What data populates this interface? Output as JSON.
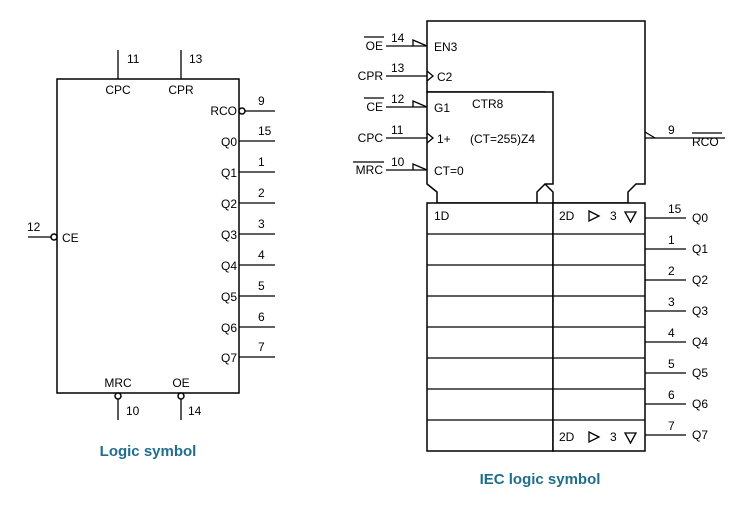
{
  "left": {
    "caption": "Logic symbol",
    "top_pins": [
      {
        "label": "CPC",
        "num": "11"
      },
      {
        "label": "CPR",
        "num": "13"
      }
    ],
    "bottom_pins": [
      {
        "label": "MRC",
        "num": "10"
      },
      {
        "label": "OE",
        "num": "14"
      }
    ],
    "ce": {
      "label": "CE",
      "num": "12"
    },
    "right_pins": [
      {
        "label": "RCO",
        "num": "9"
      },
      {
        "label": "Q0",
        "num": "15"
      },
      {
        "label": "Q1",
        "num": "1"
      },
      {
        "label": "Q2",
        "num": "2"
      },
      {
        "label": "Q3",
        "num": "3"
      },
      {
        "label": "Q4",
        "num": "4"
      },
      {
        "label": "Q5",
        "num": "5"
      },
      {
        "label": "Q6",
        "num": "6"
      },
      {
        "label": "Q7",
        "num": "7"
      }
    ]
  },
  "right": {
    "caption": "IEC logic symbol",
    "inputs": [
      {
        "name": "OE",
        "num": "14",
        "inner": "EN3"
      },
      {
        "name": "CPR",
        "num": "13",
        "inner": "C2"
      },
      {
        "name": "CE",
        "num": "12",
        "inner": "G1"
      },
      {
        "name": "CPC",
        "num": "11",
        "inner": "1+"
      },
      {
        "name": "MRC",
        "num": "10",
        "inner": "CT=0"
      }
    ],
    "ctr_label": "CTR8",
    "ct_label": "(CT=255)Z4",
    "rco": {
      "name": "RCO",
      "num": "9"
    },
    "reg_left_label": "1D",
    "reg_right_label": "2D",
    "reg_right_num": "3",
    "outputs": [
      {
        "name": "Q0",
        "num": "15"
      },
      {
        "name": "Q1",
        "num": "1"
      },
      {
        "name": "Q2",
        "num": "2"
      },
      {
        "name": "Q3",
        "num": "3"
      },
      {
        "name": "Q4",
        "num": "4"
      },
      {
        "name": "Q5",
        "num": "5"
      },
      {
        "name": "Q6",
        "num": "6"
      },
      {
        "name": "Q7",
        "num": "7"
      }
    ]
  }
}
